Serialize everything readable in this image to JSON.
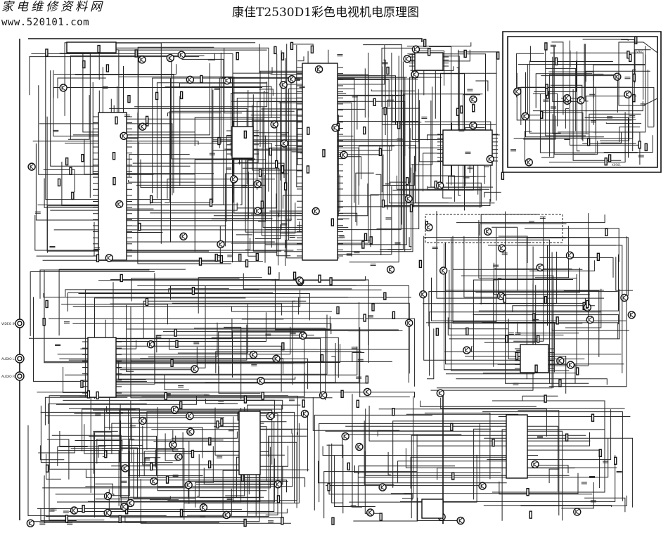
{
  "header": {
    "site_logo": "家电维修资料网",
    "site_url": "www.520101.com",
    "title": "康佳T2530D1彩色电视机电原理图"
  },
  "connectors": {
    "video_in": "VIDEO IN",
    "audio_l": "AUDIO L",
    "audio_r": "AUDIO R"
  },
  "parts": {
    "crt": "V901",
    "crt_board": "XS901"
  }
}
